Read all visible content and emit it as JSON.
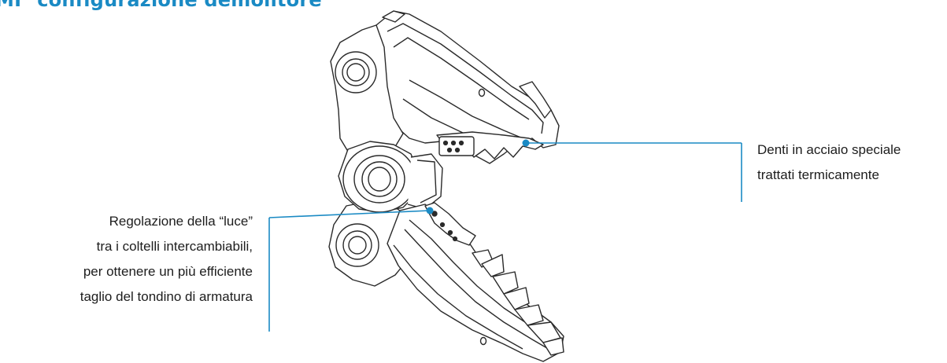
{
  "header": {
    "code": "MI",
    "title": "configurazione demolitore"
  },
  "annotations": {
    "teeth": {
      "lines": [
        "Denti in acciaio speciale",
        "trattati termicamente"
      ]
    },
    "gap_adjustment": {
      "lines": [
        "Regolazione della “luce”",
        "tra i coltelli intercambiabili,",
        "per ottenere un più efficiente",
        "taglio del tondino di armatura"
      ]
    }
  },
  "colors": {
    "accent": "#1a8ac4",
    "linework": "#2a2a2a"
  }
}
